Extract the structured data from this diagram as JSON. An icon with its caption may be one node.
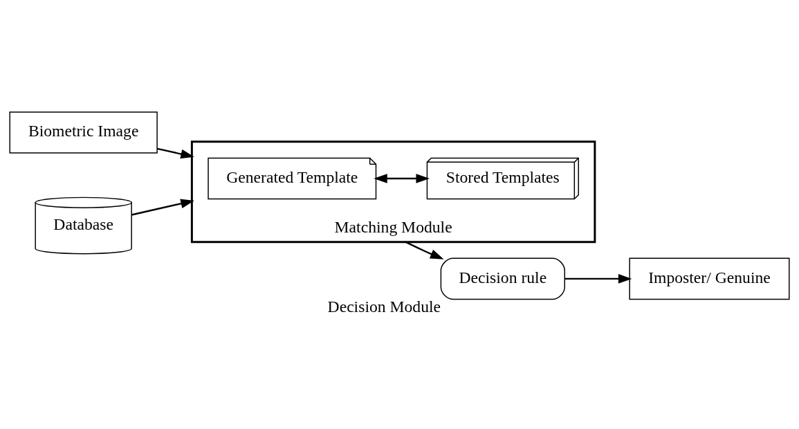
{
  "diagram": {
    "nodes": [
      {
        "text": [
          "Biometric Image"
        ]
      },
      {
        "text": [
          "Matching Module"
        ]
      },
      {
        "text": [
          "Generated Template"
        ],
        "in": 1
      },
      {
        "text": [
          "Stored Templates"
        ],
        "in": 1
      },
      {
        "text": [
          "Database"
        ]
      },
      {
        "text": [
          "Decision rule"
        ],
        "beside": [
          "Decision Module"
        ]
      },
      {
        "text": [
          "Imposter/ Genuine"
        ]
      }
    ],
    "edges": [
      {
        "from": 0,
        "to": 1,
        "arrow": "to"
      },
      {
        "from": 2,
        "to": 3,
        "arrow": "both"
      },
      {
        "from": 4,
        "to": 1,
        "arrow": "to"
      },
      {
        "from": 1,
        "to": 5,
        "arrow": "to"
      },
      {
        "from": 5,
        "to": 6,
        "arrow": "to"
      }
    ]
  }
}
